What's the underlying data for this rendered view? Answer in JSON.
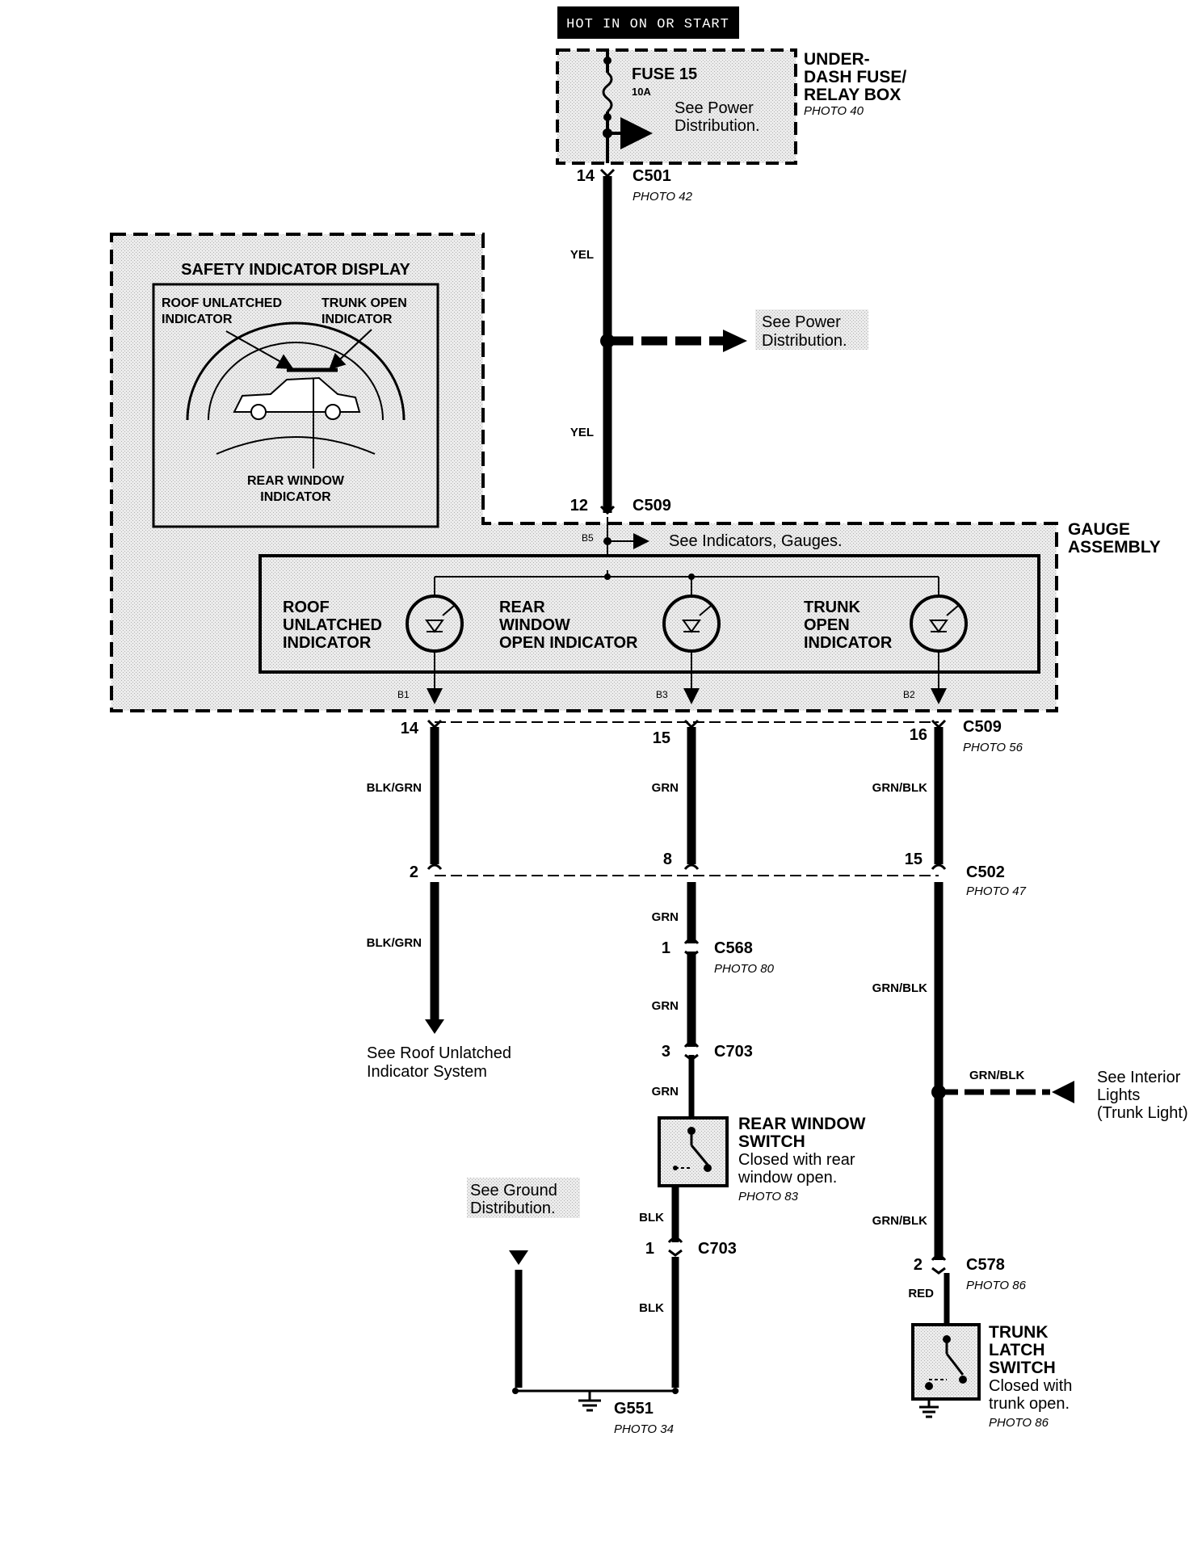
{
  "header": {
    "label": "HOT IN ON OR START"
  },
  "fuse_box": {
    "fuse_label": "FUSE 15",
    "fuse_rating": "10A",
    "note_line1": "See Power",
    "note_line2": "Distribution.",
    "box_line1": "UNDER-",
    "box_line2": "DASH FUSE/",
    "box_line3": "RELAY BOX",
    "photo": "PHOTO 40"
  },
  "c501": {
    "pin": "14",
    "name": "C501",
    "photo": "PHOTO 42"
  },
  "power_wire": {
    "color1": "YEL",
    "color2": "YEL",
    "branch_note_line1": "See Power",
    "branch_note_line2": "Distribution."
  },
  "safety_display": {
    "title": "SAFETY INDICATOR DISPLAY",
    "roof_line1": "ROOF UNLATCHED",
    "roof_line2": "INDICATOR",
    "trunk_line1": "TRUNK OPEN",
    "trunk_line2": "INDICATOR",
    "rear_line1": "REAR WINDOW",
    "rear_line2": "INDICATOR"
  },
  "c509_top": {
    "pin": "12",
    "name": "C509"
  },
  "gauge": {
    "label_line1": "GAUGE",
    "label_line2": "ASSEMBLY",
    "terminal_b5": "B5",
    "indicators_note": "See Indicators, Gauges.",
    "roof_line1": "ROOF",
    "roof_line2": "UNLATCHED",
    "roof_line3": "INDICATOR",
    "rear_line1": "REAR",
    "rear_line2": "WINDOW",
    "rear_line3": "OPEN INDICATOR",
    "trunk_line1": "TRUNK",
    "trunk_line2": "OPEN",
    "trunk_line3": "INDICATOR",
    "terminal_b1": "B1",
    "terminal_b3": "B3",
    "terminal_b2": "B2"
  },
  "c509_bottom": {
    "pin_left": "14",
    "pin_mid": "15",
    "pin_right": "16",
    "name": "C509",
    "photo": "PHOTO 56"
  },
  "c502": {
    "pin_left": "2",
    "pin_mid": "8",
    "pin_right": "15",
    "name": "C502",
    "photo": "PHOTO 47"
  },
  "left_branch": {
    "wire1": "BLK/GRN",
    "wire2": "BLK/GRN",
    "note_line1": "See Roof Unlatched",
    "note_line2": "Indicator System"
  },
  "middle_branch": {
    "wire1": "GRN",
    "wire2": "GRN",
    "wire3": "GRN",
    "wire4": "GRN",
    "c568_pin": "1",
    "c568_name": "C568",
    "c568_photo": "PHOTO 80",
    "c703a_pin": "3",
    "c703a_name": "C703",
    "switch_line1": "REAR WINDOW",
    "switch_line2": "SWITCH",
    "switch_line3": "Closed with rear",
    "switch_line4": "window open.",
    "switch_photo": "PHOTO 83",
    "wire_blk1": "BLK",
    "c703b_pin": "1",
    "c703b_name": "C703",
    "wire_blk2": "BLK"
  },
  "ground": {
    "note_line1": "See Ground",
    "note_line2": "Distribution.",
    "name": "G551",
    "photo": "PHOTO 34"
  },
  "right_branch": {
    "wire1": "GRN/BLK",
    "wire2": "GRN/BLK",
    "splice_wire": "GRN/BLK",
    "interior_line1": "See Interior",
    "interior_line2": "Lights",
    "interior_line3": "(Trunk Light)",
    "wire3": "GRN/BLK",
    "c578_pin": "2",
    "c578_name": "C578",
    "c578_photo": "PHOTO 86",
    "wire_red": "RED",
    "switch_line1": "TRUNK",
    "switch_line2": "LATCH",
    "switch_line3": "SWITCH",
    "switch_line4": "Closed with",
    "switch_line5": "trunk open.",
    "switch_photo": "PHOTO 86"
  },
  "icons": [
    "connector-icon",
    "splice-icon",
    "bulb-icon",
    "switch-icon",
    "ground-icon",
    "arrow-icon",
    "fuse-icon",
    "car-icon"
  ],
  "colors": {
    "ink": "#000000",
    "shade": "#e6e6e6",
    "paper": "#ffffff"
  }
}
